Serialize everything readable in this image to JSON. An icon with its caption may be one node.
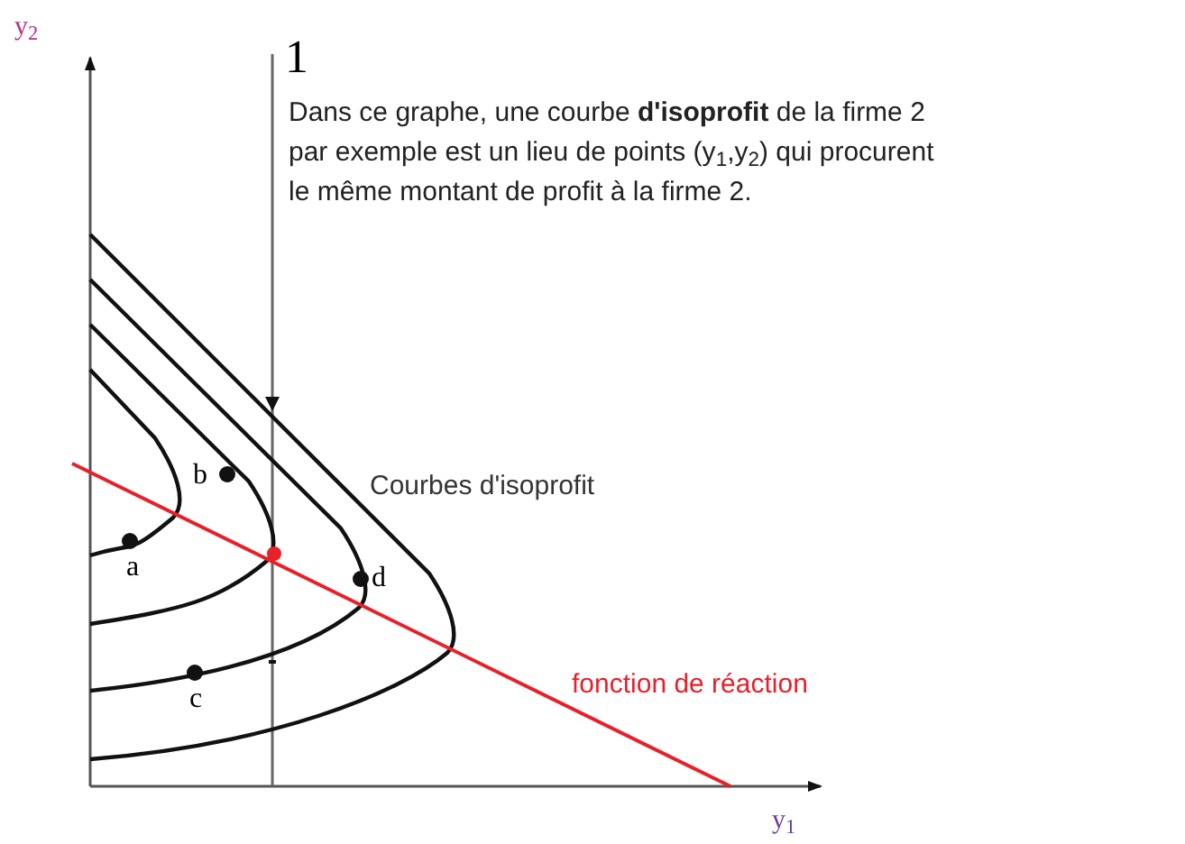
{
  "diagram": {
    "labels": [
      "y$_{2}$",
      "1",
      "Dans ce graphe, une courbe **d'isoprofit** de la firme 2 par exemple est un lieu de points (y$_{1}$,y$_{2}$) qui procurent le même montant de profit à la firme 2.",
      "b",
      "Courbes d'isoprofit",
      "a",
      "d",
      "fonction de réaction",
      "c",
      "y$_{1}$"
    ]
  }
}
